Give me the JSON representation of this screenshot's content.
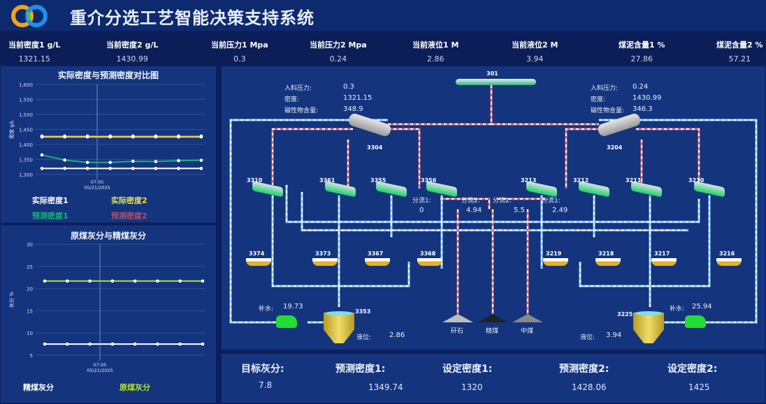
{
  "header": {
    "title": "重介分选工艺智能决策支持系统",
    "logo": "logo-icon"
  },
  "metrics": [
    {
      "label": "当前密度1 g/L",
      "value": "1321.15"
    },
    {
      "label": "当前密度2 g/L",
      "value": "1430.99"
    },
    {
      "label": "当前压力1 Mpa",
      "value": "0.3"
    },
    {
      "label": "当前压力2 Mpa",
      "value": "0.24"
    },
    {
      "label": "当前液位1 M",
      "value": "2.86"
    },
    {
      "label": "当前液位2 M",
      "value": "3.94"
    },
    {
      "label": "煤泥含量1 %",
      "value": "27.86"
    },
    {
      "label": "煤泥含量2 %",
      "value": "57.21"
    }
  ],
  "chart_data": [
    {
      "type": "line",
      "title": "实际密度与预测密度对比图",
      "ylabel": "密度 g/L",
      "ylim": [
        1300,
        1600
      ],
      "yticks": [
        "1,300",
        "1,350",
        "1,400",
        "1,450",
        "1,500",
        "1,550",
        "1,600"
      ],
      "xtick": [
        "07:05",
        "05/21/2025"
      ],
      "grid": true,
      "legend": "bottom",
      "series": [
        {
          "name": "实际密度1",
          "color": "#ffffff",
          "values": [
            1320,
            1320,
            1320,
            1320,
            1320,
            1320,
            1320,
            1320
          ]
        },
        {
          "name": "实际密度2",
          "color": "#f2e23a",
          "values": [
            1425,
            1425,
            1425,
            1425,
            1425,
            1425,
            1425,
            1425
          ]
        },
        {
          "name": "预测密度1",
          "color": "#1fae7a",
          "values": [
            1365,
            1348,
            1340,
            1340,
            1344,
            1343,
            1346,
            1347
          ]
        },
        {
          "name": "预测密度2",
          "color": "#b0506a",
          "values": [
            1428,
            1428,
            1428,
            1428,
            1428,
            1428,
            1428,
            1428
          ]
        }
      ]
    },
    {
      "type": "line",
      "title": "原煤灰分与精煤灰分",
      "ylabel": "灰分 %",
      "ylim": [
        5,
        30
      ],
      "yticks": [
        "5",
        "10",
        "15",
        "20",
        "25",
        "30"
      ],
      "xtick": [
        "07:05",
        "05/21/2025"
      ],
      "grid": true,
      "legend": "bottom",
      "series": [
        {
          "name": "精煤灰分",
          "color": "#ffffff",
          "values": [
            7.5,
            7.5,
            7.5,
            7.5,
            7.5,
            7.5,
            7.5,
            7.5
          ]
        },
        {
          "name": "原煤灰分",
          "color": "#b8e02a",
          "values": [
            21.7,
            21.7,
            21.7,
            21.7,
            21.7,
            21.7,
            21.7,
            21.7
          ]
        }
      ]
    }
  ],
  "diagram": {
    "left": {
      "pressure_label": "入料压力:",
      "pressure": "0.3",
      "density_label": "密度:",
      "density": "1321.15",
      "magnetic_label": "磁性物含量:",
      "magnetic": "348.9",
      "cyclone": "3304",
      "makeup_label": "补水:",
      "makeup": "19.73",
      "sump": "3353",
      "level_label": "液位:",
      "level": "2.86"
    },
    "right": {
      "pressure_label": "入料压力:",
      "pressure": "0.24",
      "density_label": "密度:",
      "density": "1430.99",
      "magnetic_label": "磁性物含量:",
      "magnetic": "346.3",
      "cyclone": "3204",
      "makeup_label": "补水:",
      "makeup": "25.94",
      "sump": "3225",
      "level_label": "液位:",
      "level": "3.94"
    },
    "conveyor": "301",
    "screens": [
      "3310",
      "3361",
      "3355",
      "3356",
      "3213",
      "3212",
      "3211",
      "3210"
    ],
    "tanks": [
      "3374",
      "3373",
      "3367",
      "3368",
      "3219",
      "3218",
      "3217",
      "3216"
    ],
    "splits": [
      {
        "label": "分流1:",
        "value": "0"
      },
      {
        "label": "分流2:",
        "value": "4.94"
      },
      {
        "label": "分流2:",
        "value": "5.5"
      },
      {
        "label": "分流1:",
        "value": "2.49"
      }
    ],
    "products": [
      "矸石",
      "精煤",
      "中煤"
    ]
  },
  "stats": [
    {
      "label": "目标灰分:",
      "value": "7.8"
    },
    {
      "label": "预测密度1:",
      "value": "1349.74"
    },
    {
      "label": "设定密度1:",
      "value": "1320"
    },
    {
      "label": "预测密度2:",
      "value": "1428.06"
    },
    {
      "label": "设定密度2:",
      "value": "1425"
    }
  ]
}
